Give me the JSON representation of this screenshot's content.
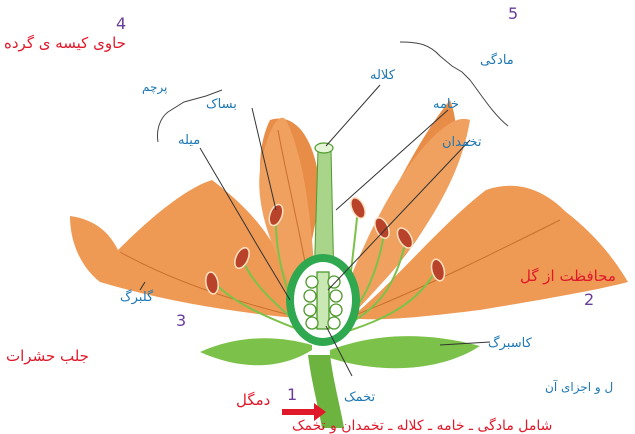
{
  "labels": {
    "kalale": "کلاله",
    "bassak": "بساک",
    "khame": "خامه",
    "tokhmdan": "تخمدان",
    "mile": "میله",
    "parcham": "پرچم",
    "madegi": "مادگی",
    "golbarg": "گلبرگ",
    "kasbarg": "کاسبرگ",
    "tokhmak": "تخمک",
    "dam_gol": "دمگل"
  },
  "annotations": {
    "n4": "4",
    "n5": "5",
    "n3": "3",
    "n2": "2",
    "n1": "1",
    "pollen": "حاوی کیسه ی گرده",
    "protect": "محافظت از گل",
    "insects": "جلب حشرات",
    "parts_cut": "ل و اجزای آن",
    "bottom_cut": "شامل مادگی ـ خامه ـ کلاله ـ تخمدان و تخمک"
  },
  "colors": {
    "petal": "#ee9a55",
    "petal_dark": "#c8702e",
    "stem": "#6cb33f",
    "ovary_ring": "#2fa84f",
    "anther": "#b8432a",
    "label_blue": "#1e78b4",
    "annot_red": "#e0192a",
    "number_purple": "#6a3d9a"
  }
}
